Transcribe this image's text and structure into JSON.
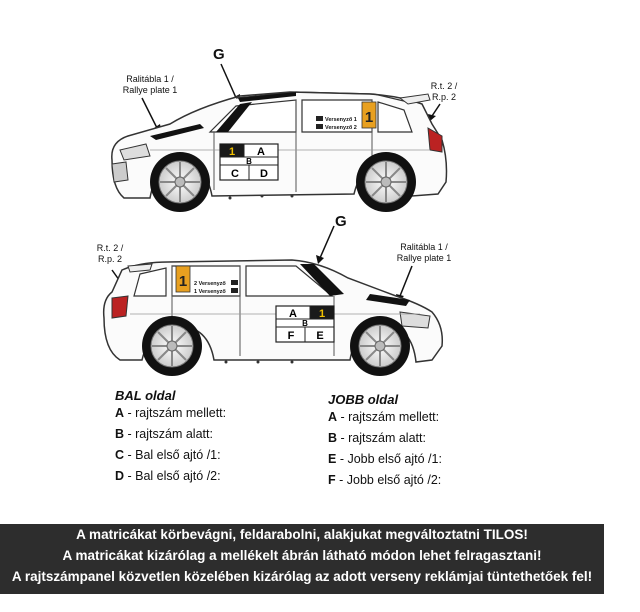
{
  "top_car": {
    "g_label": "G",
    "rally_plate_label_hu": "Ralitábla 1 /",
    "rally_plate_label_en": "Rallye plate 1",
    "rt_label_1": "R.t. 2 /",
    "rt_label_2": "R.p. 2",
    "number": "1",
    "panel": {
      "num": "1",
      "a": "A",
      "b": "B",
      "c": "C",
      "d": "D"
    },
    "driver_lines": [
      "Versenyző 1",
      "Versenyző 2"
    ]
  },
  "bottom_car": {
    "g_label": "G",
    "rally_plate_label_hu": "Ralitábla 1 /",
    "rally_plate_label_en": "Rallye plate 1",
    "rt_label_1": "R.t. 2 /",
    "rt_label_2": "R.p. 2",
    "number": "1",
    "panel": {
      "num": "1",
      "a": "A",
      "b": "B",
      "f": "F",
      "e": "E"
    },
    "driver_lines": [
      "2 Versenyző",
      "1 Versenyző"
    ]
  },
  "left_side": {
    "title": "BAL oldal",
    "items": [
      {
        "key": "A",
        "text": " - rajtszám mellett:"
      },
      {
        "key": "B",
        "text": " - rajtszám alatt:"
      },
      {
        "key": "C",
        "text": " - Bal első ajtó /1:"
      },
      {
        "key": "D",
        "text": " - Bal első ajtó /2:"
      }
    ]
  },
  "right_side": {
    "title": "JOBB oldal",
    "items": [
      {
        "key": "A",
        "text": " - rajtszám mellett:"
      },
      {
        "key": "B",
        "text": " - rajtszám alatt:"
      },
      {
        "key": "E",
        "text": " - Jobb első ajtó /1:"
      },
      {
        "key": "F",
        "text": " - Jobb első ajtó /2:"
      }
    ]
  },
  "banner": {
    "line1": "A matricákat körbevágni, feldarabolni, alakjukat megváltoztatni TILOS!",
    "line2": "A matricákat kizárólag a mellékelt ábrán látható módon lehet felragasztani!",
    "line3": "A rajtszámpanel közvetlen közelében kizárólag az adott verseny reklámjai tüntethetőek fel!"
  },
  "colors": {
    "banner_bg": "#2d2d2d",
    "number_plate": "#e8a020",
    "panel_black": "#1a1a1a"
  }
}
